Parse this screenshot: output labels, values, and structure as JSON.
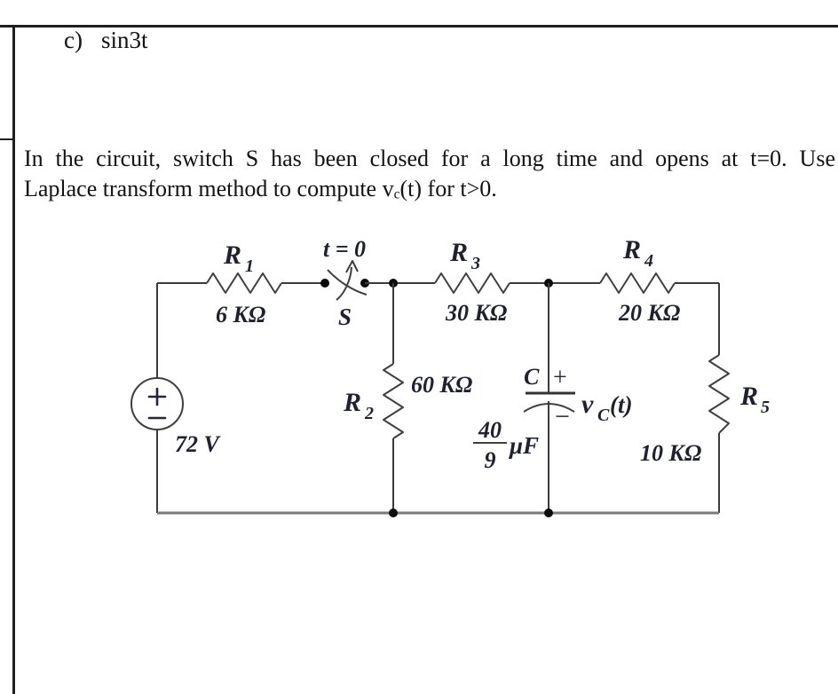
{
  "document": {
    "option": {
      "label": "c)",
      "text": "sin3t"
    },
    "problem": {
      "line1": "In the circuit, switch S has been closed for a long time and opens at t=0. Use",
      "line2_pre": "Laplace transform method to compute v",
      "line2_sub": "c",
      "line2_post": "(t) for t>0."
    }
  },
  "circuit": {
    "source": {
      "plus": "+",
      "minus": "−",
      "value": "72 V"
    },
    "r1": {
      "name": "R",
      "sub": "1",
      "value": "6 KΩ"
    },
    "switch": {
      "label": "t = 0",
      "name": "S"
    },
    "r2": {
      "name": "R",
      "sub": "2",
      "value": "60 KΩ"
    },
    "r3": {
      "name": "R",
      "sub": "3",
      "value": "30 KΩ"
    },
    "r4": {
      "name": "R",
      "sub": "4",
      "value": "20 KΩ"
    },
    "r5": {
      "name": "R",
      "sub": "5",
      "value": "10 KΩ"
    },
    "capacitor": {
      "name": "C",
      "plus": "+",
      "minus": "−",
      "num": "40",
      "den": "9",
      "unit": "μF"
    },
    "vc": {
      "v": "v",
      "sub": "C",
      "rest": "(t)"
    }
  },
  "colors": {
    "ink": "#121212",
    "label": "#1d2130",
    "wire": "#3b3b3b",
    "rail": "#7a7a7a",
    "paper": "#ffffff"
  }
}
